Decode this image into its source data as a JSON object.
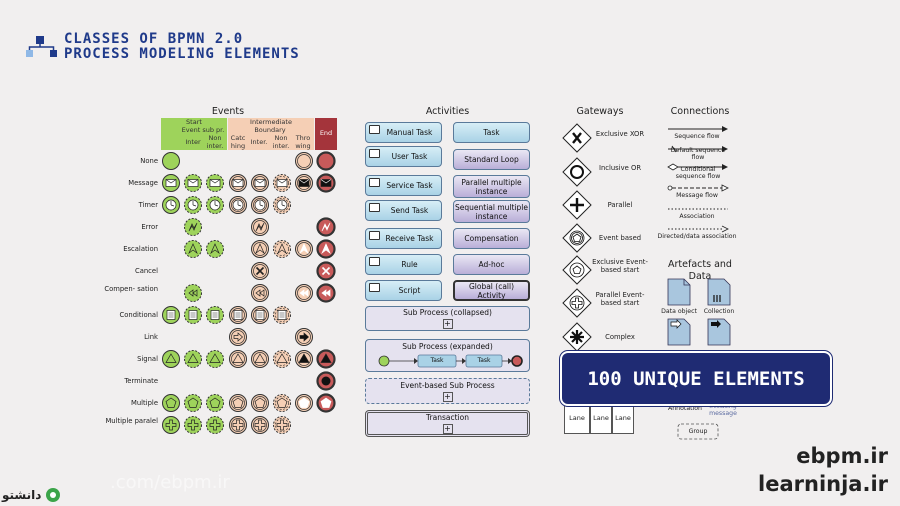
{
  "title": {
    "line1": "CLASSES OF BPMN 2.0",
    "line2": "PROCESS MODELING ELEMENTS"
  },
  "events": {
    "heading": "Events",
    "col_start": "Start",
    "col_intermediate": "Intermediate",
    "col_end": "End",
    "sub_start": "Event sub pr.",
    "sub_boundary": "Boundary",
    "col_inter": "Inter",
    "col_non_inter": "Non inter.",
    "col_catching": "Catc hing",
    "col_b_inter": "Inter.",
    "col_b_non": "Non inter.",
    "col_throwing": "Thro wing",
    "rows": [
      "None",
      "Message",
      "Timer",
      "Error",
      "Escalation",
      "Cancel",
      "Compen- sation",
      "Conditional",
      "Link",
      "Signal",
      "Terminate",
      "Multiple",
      "Multiple paralel"
    ]
  },
  "activities": {
    "heading": "Activities",
    "tasks": [
      "Manual Task",
      "User Task",
      "Service Task",
      "Send Task",
      "Receive Task",
      "Rule",
      "Script"
    ],
    "types": [
      "Task",
      "Standard Loop",
      "Parallel multiple instance",
      "Sequential multiple instance",
      "Compensation",
      "Ad-hoc",
      "Global (call) Activity"
    ],
    "sub_collapsed": "Sub Process (collapsed)",
    "sub_expanded": "Sub Process (expanded)",
    "task_label": "Task",
    "event_sub": "Event-based Sub Process",
    "transaction": "Transaction",
    "plus": "+"
  },
  "gateways": {
    "heading": "Gateways",
    "items": [
      "Exclusive XOR",
      "Inclusive OR",
      "Parallel",
      "Event based",
      "Exclusive Event-based start",
      "Parallel Event-based start",
      "Complex"
    ]
  },
  "connections": {
    "heading": "Connections",
    "items": [
      "Sequence flow",
      "Default sequence flow",
      "Conditional sequence flow",
      "Message flow",
      "Association",
      "Directed/data association"
    ]
  },
  "artefacts": {
    "heading": "Artefacts and Data",
    "items": [
      "Data object",
      "Collection"
    ],
    "annotation": "Annotation",
    "initiating": "Initiating message",
    "group": "Group",
    "lanes": [
      "Lane",
      "Lane",
      "Lane"
    ]
  },
  "highlight": "100 UNIQUE ELEMENTS",
  "sites": [
    "ebpm.ir",
    "learninja.ir"
  ],
  "watermark": ".com/ebpm.ir",
  "logo_text": "دانشتو",
  "colors": {
    "start_green": "#9ed35b",
    "intermediate_peach": "#f5cfb5",
    "end_red": "#a4343b",
    "title_blue": "#1f3a8a",
    "banner_navy": "#1f2b73"
  }
}
